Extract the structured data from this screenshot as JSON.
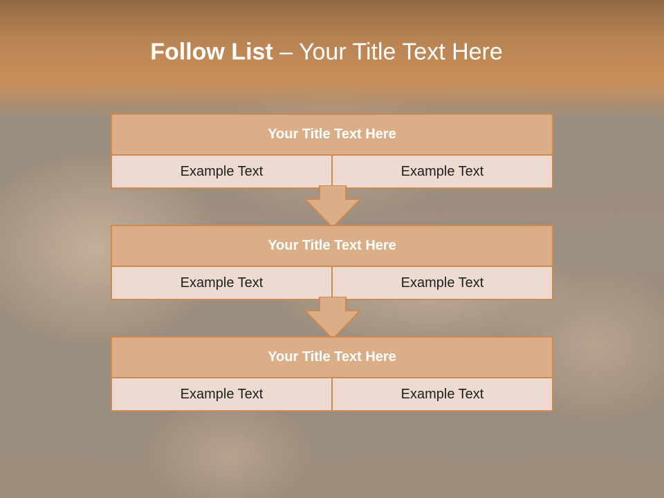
{
  "slide": {
    "title_bold": "Follow List",
    "title_sep": " – ",
    "title_rest": "Your Title Text Here"
  },
  "blocks": [
    {
      "title": "Your Title Text Here",
      "cells": [
        "Example Text",
        "Example Text"
      ]
    },
    {
      "title": "Your Title Text Here",
      "cells": [
        "Example Text",
        "Example Text"
      ]
    },
    {
      "title": "Your Title Text Here",
      "cells": [
        "Example Text",
        "Example Text"
      ]
    }
  ],
  "colors": {
    "accent_border": "#cc8a52",
    "title_fill": "#dcae87",
    "cell_fill": "#eddbd2",
    "arrow_fill": "#dcae87",
    "header_band": "#c98f5b"
  }
}
